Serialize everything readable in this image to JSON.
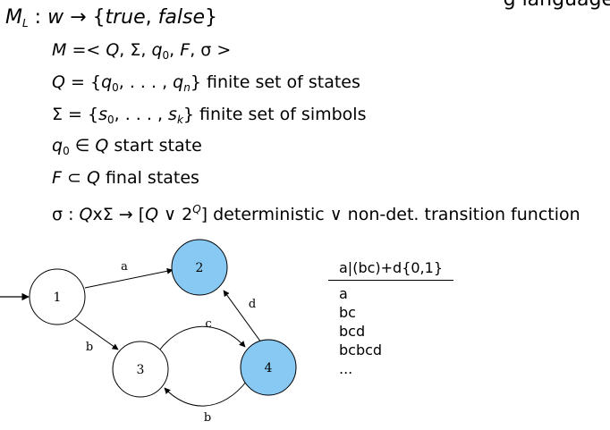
{
  "header": {
    "clipped_top_right": "g language"
  },
  "definition": {
    "title": "M_L : w → {true, false}",
    "tuple": "M =< Q, Σ, q0, F, σ >",
    "states": "Q = {q0, ..., qn} finite set of states",
    "symbols": "Σ = {s0, ..., sk} finite set of simbols",
    "start": "q0 ∈ Q start state",
    "final": "F ⊂ Q final states",
    "transition": "σ : QxΣ → [Q ∨ 2^Q] deterministic ∨ non-det. transition function"
  },
  "automaton": {
    "states": [
      {
        "id": "1",
        "label": "1",
        "accepting": false,
        "initial": true
      },
      {
        "id": "2",
        "label": "2",
        "accepting": true
      },
      {
        "id": "3",
        "label": "3",
        "accepting": false
      },
      {
        "id": "4",
        "label": "4",
        "accepting": true
      }
    ],
    "edges": [
      {
        "from": "1",
        "to": "2",
        "label": "a"
      },
      {
        "from": "1",
        "to": "3",
        "label": "b"
      },
      {
        "from": "3",
        "to": "4",
        "label": "c"
      },
      {
        "from": "4",
        "to": "3",
        "label": "b"
      },
      {
        "from": "4",
        "to": "2",
        "label": "d"
      }
    ],
    "colors": {
      "accepting_fill": "#87c9f3",
      "plain_fill": "#ffffff",
      "stroke": "#000000"
    }
  },
  "regex": {
    "header": "a|(bc)+d{0,1}",
    "examples": [
      "a",
      "bc",
      "bcd",
      "bcbcd",
      "..."
    ]
  }
}
